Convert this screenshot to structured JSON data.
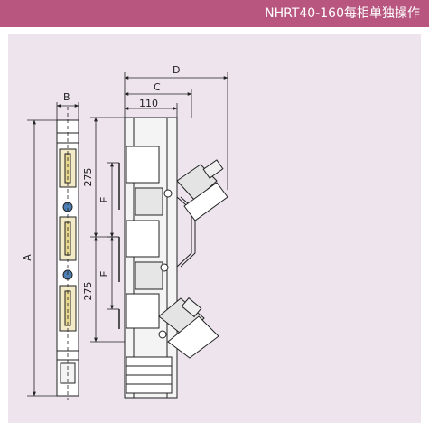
{
  "header": {
    "title": "NHRT40-160每相单独操作"
  },
  "dimensions": {
    "a": "A",
    "b": "B",
    "c": "C",
    "d": "D",
    "e1": "E",
    "e2": "E",
    "width_110": "110",
    "pitch_top": "275",
    "pitch_bottom": "275"
  },
  "colors": {
    "header_bg": "#b8567f",
    "panel_bg": "#ede4ee",
    "line": "#222222",
    "fuse_body": "#f3ebc8",
    "connector": "#4d7fb3"
  }
}
